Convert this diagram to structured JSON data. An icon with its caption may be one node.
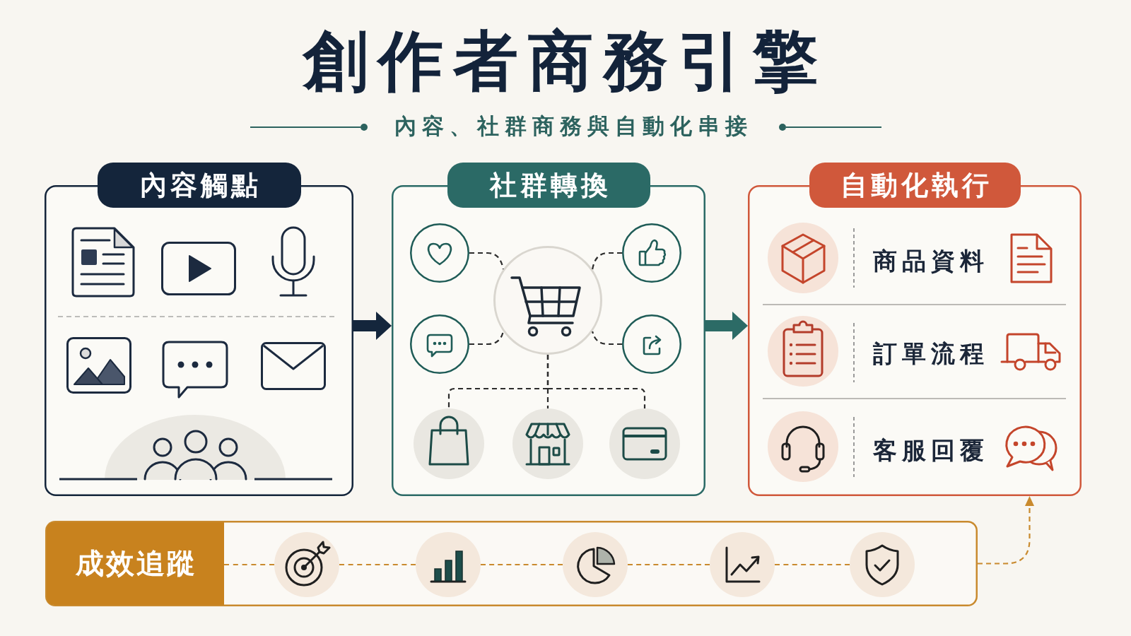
{
  "diagram": {
    "title": "創作者商務引擎",
    "nodes": [
      {
        "text": [
          "內容觸點"
        ]
      },
      {
        "text": [
          "社群轉換"
        ]
      },
      {
        "text": [
          "自動化執行"
        ]
      },
      {
        "text": [],
        "shape": "box"
      },
      {
        "text": [
          "成效追蹤"
        ],
        "in": 3
      },
      {
        "text": [],
        "shape": "circle",
        "in": 1
      },
      {
        "text": [],
        "shape": "circle",
        "in": 1
      },
      {
        "text": [],
        "shape": "circle",
        "in": 1
      },
      {
        "text": [],
        "shape": "circle",
        "in": 1
      },
      {
        "text": [],
        "shape": "circle",
        "in": 1
      },
      {
        "text": [],
        "shape": "circle",
        "in": 1
      },
      {
        "text": [],
        "shape": "circle",
        "in": 1
      },
      {
        "text": [],
        "shape": "circle",
        "in": 1
      },
      {
        "text": [
          "商品資料"
        ],
        "in": 2
      },
      {
        "text": [
          "訂單流程"
        ],
        "in": 2
      },
      {
        "text": [
          "客服回覆"
        ],
        "in": 2
      },
      {
        "text": [],
        "shape": "circle",
        "in": 3
      },
      {
        "text": [],
        "shape": "circle",
        "in": 3
      },
      {
        "text": [],
        "shape": "circle",
        "in": 3
      },
      {
        "text": [],
        "shape": "circle",
        "in": 3
      },
      {
        "text": [],
        "shape": "circle",
        "in": 3
      }
    ],
    "edges": [
      {
        "from": 0,
        "to": 1,
        "arrow": "to",
        "style": "thick",
        "color": "#14263c"
      },
      {
        "from": 1,
        "to": 2,
        "arrow": "to",
        "style": "thick",
        "color": "#2c6b66"
      },
      {
        "from": 5,
        "to": 7,
        "arrow": "none",
        "style": "dashed"
      },
      {
        "from": 6,
        "to": 7,
        "arrow": "none",
        "style": "dashed"
      },
      {
        "from": 8,
        "to": 7,
        "arrow": "none",
        "style": "dashed"
      },
      {
        "from": 9,
        "to": 7,
        "arrow": "none",
        "style": "dashed"
      },
      {
        "from": 7,
        "to": 10,
        "arrow": "none",
        "style": "dashed"
      },
      {
        "from": 7,
        "to": 11,
        "arrow": "none",
        "style": "dashed"
      },
      {
        "from": 7,
        "to": 12,
        "arrow": "none",
        "style": "dashed"
      },
      {
        "from": 4,
        "to": 16,
        "arrow": "none",
        "style": "dashed",
        "color": "#c98a2e"
      },
      {
        "from": 16,
        "to": 17,
        "arrow": "none",
        "style": "dashed",
        "color": "#c98a2e"
      },
      {
        "from": 17,
        "to": 18,
        "arrow": "none",
        "style": "dashed",
        "color": "#c98a2e"
      },
      {
        "from": 18,
        "to": 19,
        "arrow": "none",
        "style": "dashed",
        "color": "#c98a2e"
      },
      {
        "from": 19,
        "to": 20,
        "arrow": "none",
        "style": "dashed",
        "color": "#c98a2e"
      },
      {
        "from": 3,
        "to": 2,
        "arrow": "to",
        "style": "dashed",
        "color": "#c98a2e"
      }
    ],
    "labels": [
      "內容、社群商務與自動化串接"
    ]
  }
}
